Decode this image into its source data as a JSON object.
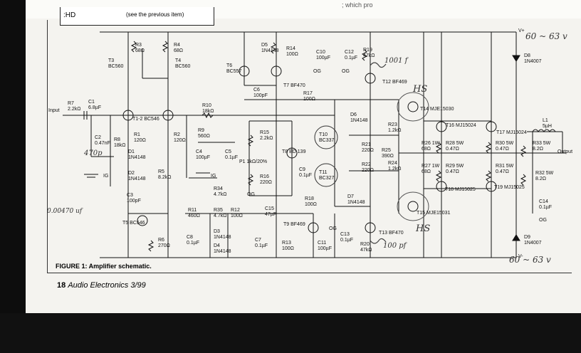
{
  "header": {
    "box_text": ":HD",
    "see_prev": "(see the previous item)",
    "topright_text": "; which pro"
  },
  "caption": "FIGURE 1: Amplifier schematic.",
  "footer": {
    "page": "18",
    "magazine": "Audio Electronics",
    "issue": "3/99"
  },
  "handwritten": {
    "v_top": "60 ~ 63 v",
    "v_bot": "60 ~ 63 v",
    "c2_note": "470p",
    "cap_note": "0.00470 uf",
    "t14_note": "HS",
    "t15_note": "HS",
    "t14_part": "1001 f",
    "t13_note": "100 pf"
  },
  "labels": {
    "input": "Input",
    "output": "Output",
    "vplus": "V+",
    "vminus": "V-",
    "ig1": "IG",
    "ig2": "IG",
    "og1": "OG",
    "og2": "OG",
    "og3": "OG",
    "og4": "OG",
    "og5": "OG",
    "r3": "R3\n68Ω",
    "r4": "R4\n68Ω",
    "t3": "T3\nBC560",
    "t4": "T4\nBC560",
    "d5": "D5\n1N4148",
    "t6": "T6\nBC557",
    "r14": "R14\n100Ω",
    "c10": "C10\n100µF",
    "c12": "C12\n0.1µF",
    "r19": "R19\n47kΩ",
    "d8": "D8\n1N4007",
    "r7": "R7\n2.2kΩ",
    "c1": "C1\n6.8µF",
    "t12": "T1-2 BC546",
    "c6": "C6\n100pF",
    "t7": "T7 BF470",
    "r17": "R17\n100Ω",
    "t12b": "T12 BF469",
    "r10": "R10\n18kΩ",
    "c2": "C2\n0.47nF",
    "r8": "R8\n18kΩ",
    "r1": "R1\n120Ω",
    "r2": "R2\n120Ω",
    "r9": "R9\n560Ω",
    "d6": "D6\n1N4148",
    "t14": "T14 MJE15030",
    "r23": "R23\n1.2kΩ",
    "t16": "T16 MJ15024",
    "t17": "T17 MJ15024",
    "l1": "L1\n5µH",
    "d1": "D1\n1N4148",
    "d2": "D2\n1N4148",
    "r5": "R5\n8.2kΩ",
    "c4": "C4\n100µF",
    "c5": "C5\n0.1µF",
    "r15": "R15\n2.2kΩ",
    "t8": "T8 BD 139",
    "t10": "T10\nBC337",
    "r21": "R21\n220Ω",
    "r25": "R25\n390Ω",
    "r26": "R26 1W\n68Ω",
    "r28": "R28 5W\n0.47Ω",
    "r30": "R30 5W\n0.47Ω",
    "r33": "R33 5W\n8.2Ω",
    "p1": "P1 1kΩ/20%",
    "c3": "C3\n100pF",
    "r16": "R16\n220Ω",
    "c9": "C9\n0.1µF",
    "t11": "T11\nBC327",
    "r22": "R22\n220Ω",
    "r24": "R24\n1.2kΩ",
    "r27": "R27 1W\n68Ω",
    "r29": "R29 5W\n0.47Ω",
    "r31": "R31 5W\n0.47Ω",
    "r32": "R32 5W\n8.2Ω",
    "r34": "R34\n4.7kΩ",
    "r18": "R18\n100Ω",
    "t18": "T18 MJ15025",
    "t19": "T19 MJ15025",
    "d7": "D7\n1N4148",
    "c14": "C14\n0.1µF",
    "r11": "R11\n460Ω",
    "r35": "R35\n4.7kΩ",
    "r12": "R12\n100Ω",
    "c15": "C15\n47µF",
    "t9": "T9 BF469",
    "t15": "T15 MJE15031",
    "t5": "T5 BC546",
    "r6": "R6\n270Ω",
    "c8": "C8\n0.1µF",
    "d3": "D3\n1N4148",
    "d4": "D4\n1N4148",
    "c7": "C7\n0.1µF",
    "r13": "R13\n100Ω",
    "c11": "C11\n100µF",
    "c13": "C13\n0.1µF",
    "t13": "T13 BF470",
    "r20": "R20\n47kΩ",
    "d9": "D9\n1N4007"
  }
}
